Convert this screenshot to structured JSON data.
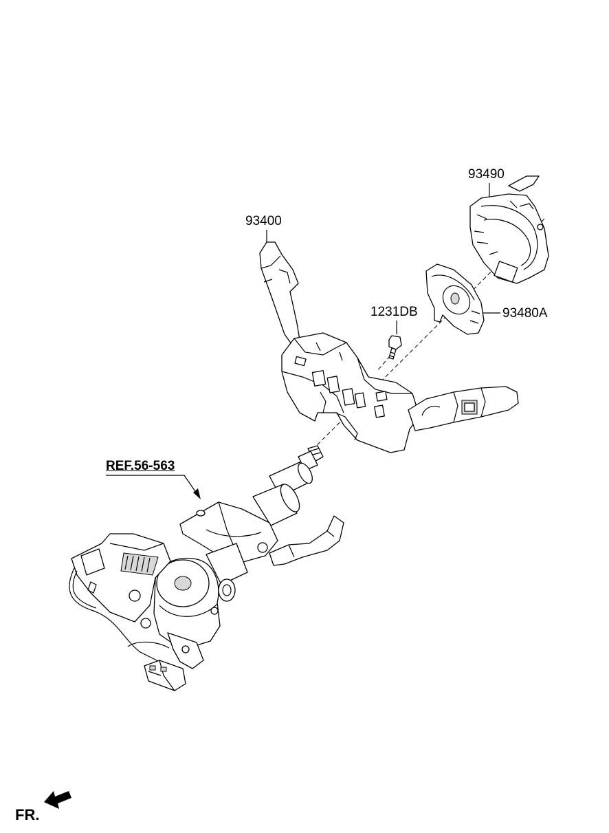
{
  "labels": {
    "switch_assembly": "93400",
    "clock_spring": "93490",
    "bolt": "1231DB",
    "sensor": "93480A",
    "column_ref": "REF.56-563",
    "front": "FR."
  }
}
